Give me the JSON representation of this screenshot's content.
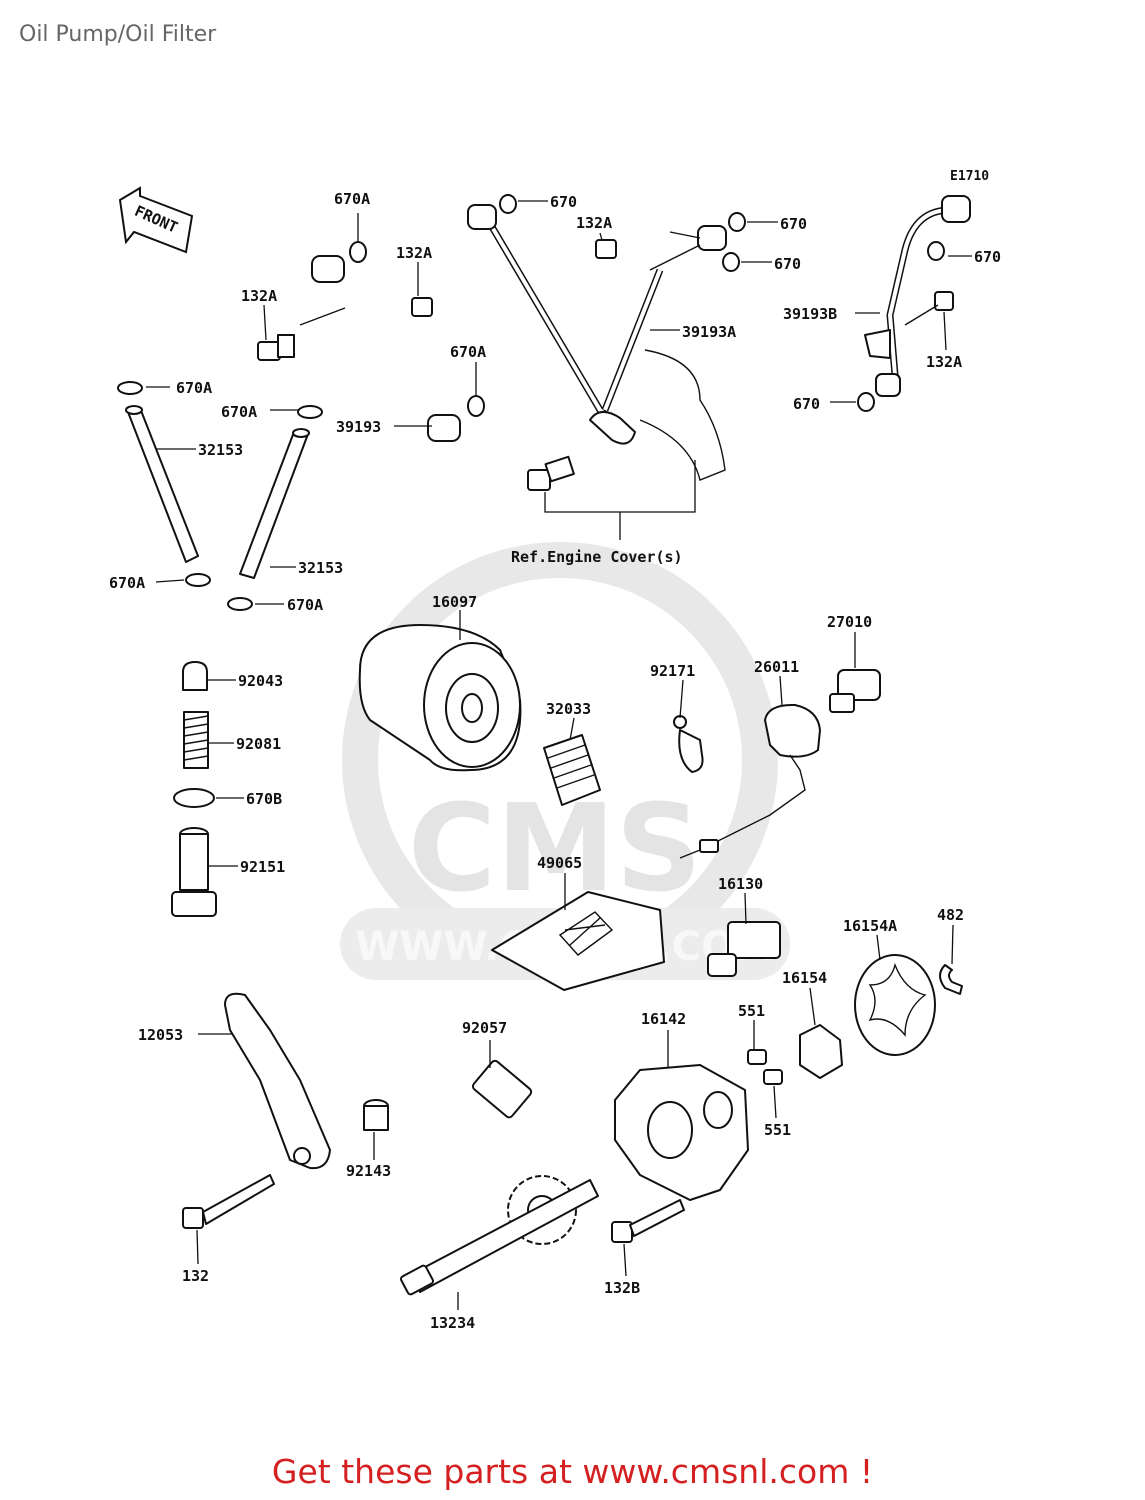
{
  "page_title": "Oil Pump/Oil Filter",
  "diagram_code": "E1710",
  "front_arrow_label": "FRONT",
  "reference_note": "Ref.Engine Cover(s)",
  "watermark": {
    "text": "CMS",
    "url_text": "WWW.CMSNL.COM"
  },
  "footer": "Get these parts at www.cmsnl.com !",
  "colors": {
    "footer": "#d42020",
    "lines": "#111111",
    "watermark": "#e8e8e8"
  },
  "callouts": {
    "c670A_a": "670A",
    "c132A_a": "132A",
    "c132A_b": "132A",
    "c670_a": "670",
    "c132A_c": "132A",
    "c670_b": "670",
    "c670_c": "670",
    "c39193A": "39193A",
    "c670_d": "670",
    "c39193B": "39193B",
    "c132A_d": "132A",
    "c670_e": "670",
    "c670A_b": "670A",
    "c670A_c": "670A",
    "c670A_d": "670A",
    "c39193": "39193",
    "c32153_a": "32153",
    "c32153_b": "32153",
    "c670A_e": "670A",
    "c670A_f": "670A",
    "c16097": "16097",
    "c27010": "27010",
    "c92171": "92171",
    "c26011": "26011",
    "c92043": "92043",
    "c32033": "32033",
    "c92081": "92081",
    "c670B": "670B",
    "c92151": "92151",
    "c49065": "49065",
    "c16130": "16130",
    "c482": "482",
    "c16154A": "16154A",
    "c16154": "16154",
    "c12053": "12053",
    "c92057": "92057",
    "c16142": "16142",
    "c551_a": "551",
    "c551_b": "551",
    "c92143": "92143",
    "c132": "132",
    "c132B": "132B",
    "c13234": "13234"
  }
}
